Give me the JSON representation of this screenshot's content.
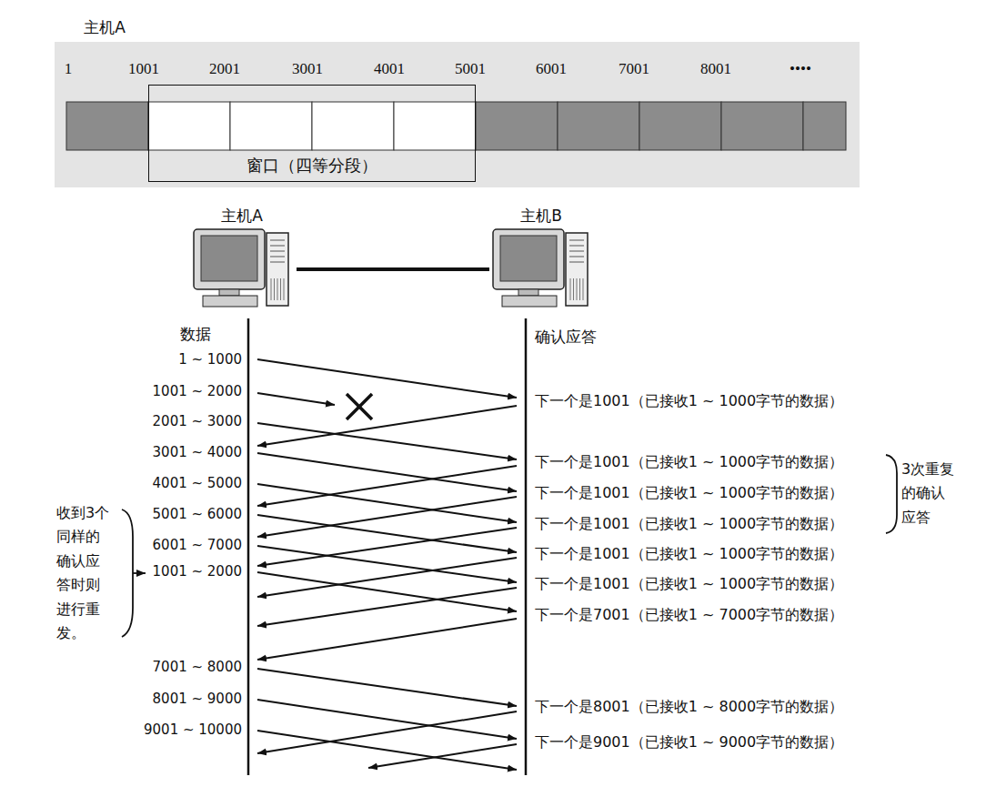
{
  "diagram": {
    "nodes": [
      {
        "text": [
          "窗口（四等分段）"
        ]
      },
      {
        "text": [
          "主机A"
        ]
      },
      {
        "text": [
          "主机B"
        ]
      }
    ],
    "edges": [
      {
        "from": 1,
        "to": 2,
        "arrow": "none"
      }
    ],
    "labels": [
      "主机A",
      "1",
      "1001",
      "2001",
      "3001",
      "4001",
      "5001",
      "6001",
      "7001",
      "8001",
      "••••",
      "数据",
      "确认应答",
      "1 ~ 1000",
      "1001 ~ 2000",
      "2001 ~ 3000",
      "3001 ~ 4000",
      "4001 ~ 5000",
      "5001 ~ 6000",
      "6001 ~ 7000",
      "1001 ~ 2000",
      "7001 ~ 8000",
      "8001 ~ 9000",
      "9001 ~ 10000",
      "下一个是1001（已接收1 ~ 1000字节的数据）",
      "下一个是1001（已接收1 ~ 1000字节的数据）",
      "下一个是1001（已接收1 ~ 1000字节的数据）",
      "下一个是1001（已接收1 ~ 1000字节的数据）",
      "下一个是1001（已接收1 ~ 1000字节的数据）",
      "下一个是1001（已接收1 ~ 1000字节的数据）",
      "下一个是7001（已接收1 ~ 7000字节的数据）",
      "下一个是8001（已接收1 ~ 8000字节的数据）",
      "下一个是9001（已接收1 ~ 9000字节的数据）",
      "3次重复的确认应答",
      "收到3个同样的确认应答时则进行重发。"
    ]
  }
}
